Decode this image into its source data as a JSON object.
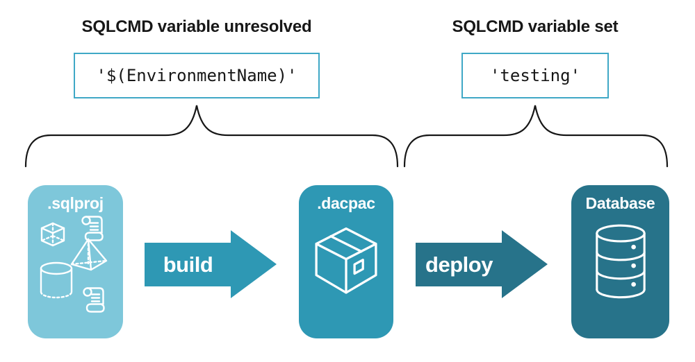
{
  "diagram": {
    "left_group": {
      "heading": "SQLCMD variable unresolved",
      "code": "'$(EnvironmentName)'"
    },
    "right_group": {
      "heading": "SQLCMD variable set",
      "code": "'testing'"
    },
    "nodes": [
      {
        "id": "sqlproj",
        "label": ".sqlproj",
        "icon": "sql-objects-icon"
      },
      {
        "id": "dacpac",
        "label": ".dacpac",
        "icon": "package-icon"
      },
      {
        "id": "database",
        "label": "Database",
        "icon": "database-icon"
      }
    ],
    "arrows": [
      {
        "id": "build",
        "label": "build"
      },
      {
        "id": "deploy",
        "label": "deploy"
      }
    ]
  },
  "colors": {
    "light": "#7ec7da",
    "mid": "#2e98b4",
    "dark": "#27738a",
    "border": "#3fa8c6",
    "ink": "#171717"
  }
}
